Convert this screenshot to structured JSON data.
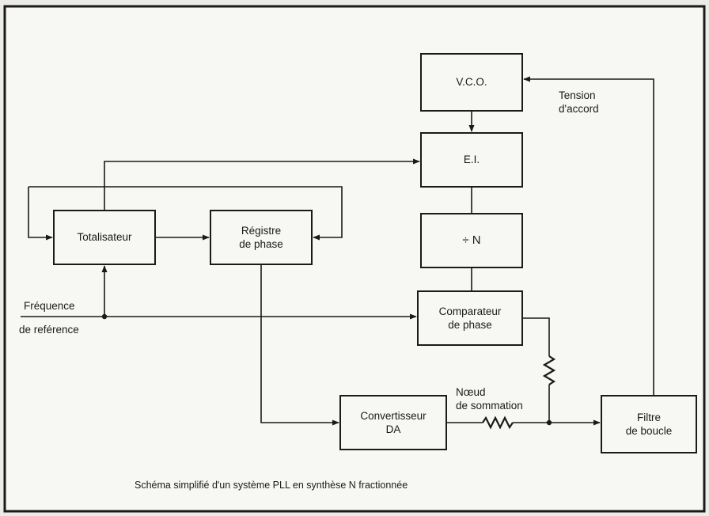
{
  "blocks": {
    "vco": "V.C.O.",
    "ei": "E.I.",
    "divider": "÷ N",
    "totalisateur": "Totalisateur",
    "registre_line1": "Régistre",
    "registre_line2": "de phase",
    "comparateur_line1": "Comparateur",
    "comparateur_line2": "de phase",
    "convertisseur_line1": "Convertisseur",
    "convertisseur_line2": "DA",
    "filtre_line1": "Filtre",
    "filtre_line2": "de boucle"
  },
  "labels": {
    "tension_line1": "Tension",
    "tension_line2": "d'accord",
    "frequence_line1": "Fréquence",
    "frequence_line2": "de reférence",
    "noeud_line1": "Nœud",
    "noeud_line2": "de sommation"
  },
  "caption": "Schéma simplifié d'un système PLL en synthèse N fractionnée"
}
